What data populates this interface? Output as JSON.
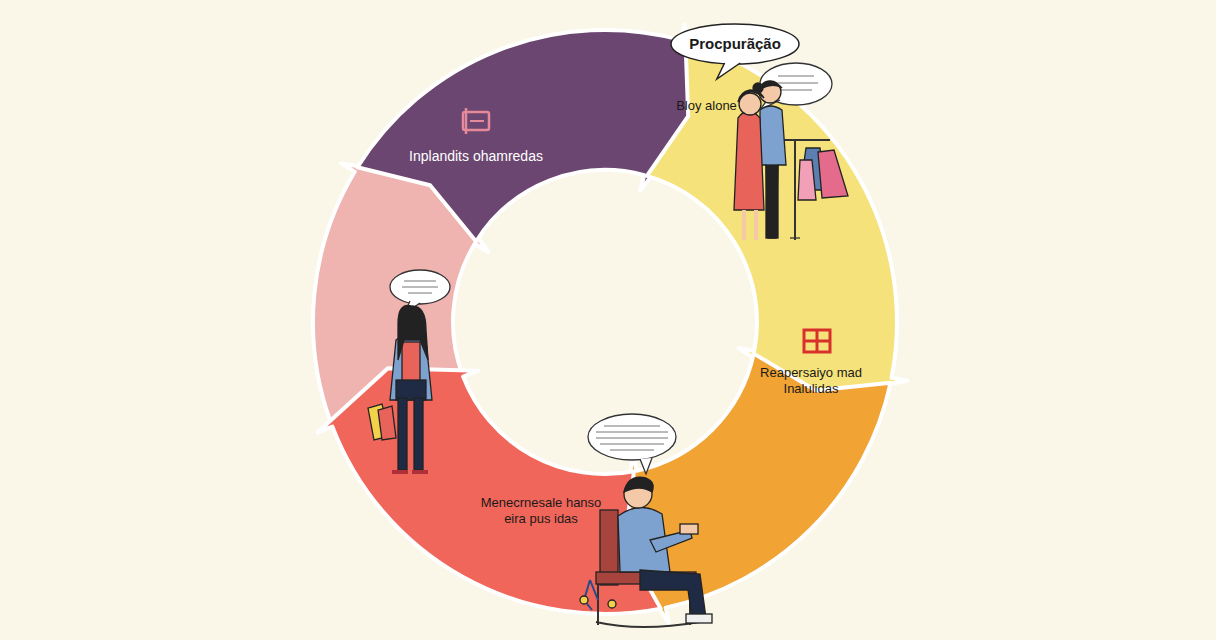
{
  "diagram": {
    "nodes": [
      {
        "text": [
          "Inplandits ohamredas"
        ]
      },
      {
        "text": [
          "Procpurãção"
        ]
      },
      {
        "text": [
          "Bloy alone"
        ]
      },
      {
        "text": [
          "Reapersaiyo mad Inalulidas"
        ]
      },
      {
        "text": [
          "Menecrnesale hanso eira pus idas"
        ]
      }
    ]
  }
}
